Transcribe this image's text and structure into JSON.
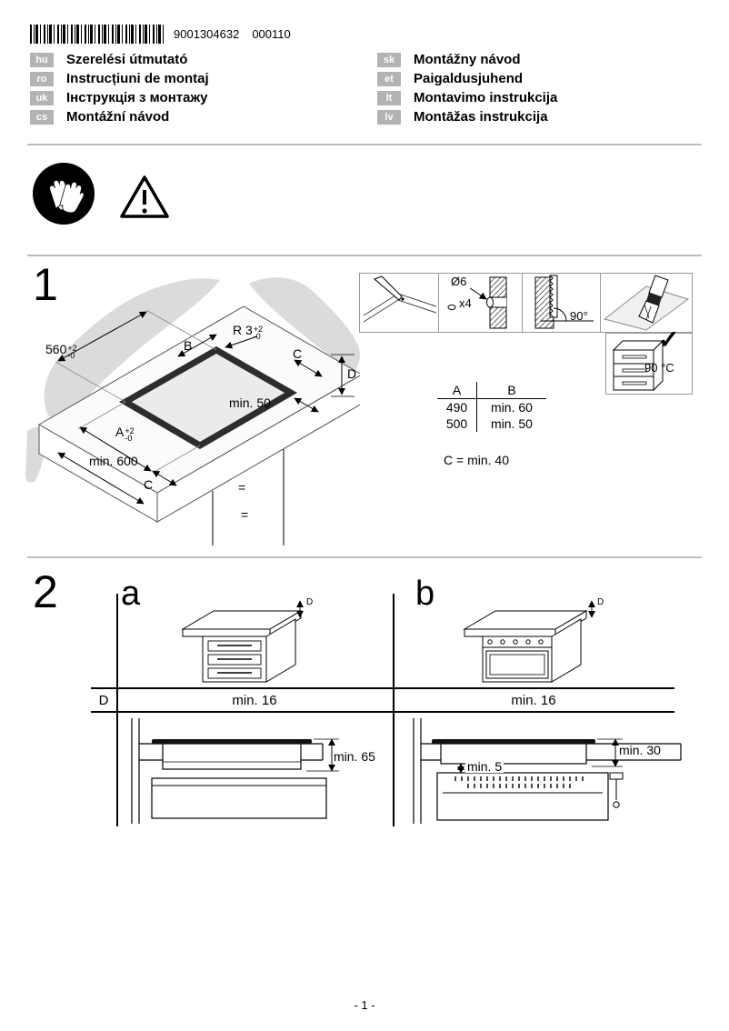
{
  "header": {
    "barcode_number": "9001304632",
    "barcode_suffix": "000110"
  },
  "languages": [
    {
      "code": "hu",
      "title": "Szerelési útmutató"
    },
    {
      "code": "ro",
      "title": "Instrucțiuni de montaj"
    },
    {
      "code": "uk",
      "title": "Інструкція з монтажу"
    },
    {
      "code": "cs",
      "title": "Montážní návod"
    },
    {
      "code": "sk",
      "title": "Montážny návod"
    },
    {
      "code": "et",
      "title": "Paigaldusjuhend"
    },
    {
      "code": "lt",
      "title": "Montavimo instrukcija"
    },
    {
      "code": "lv",
      "title": "Montāžas instrukcija"
    }
  ],
  "section1": {
    "number": "1",
    "labels": {
      "dim560": "560",
      "tol_plus": "+2",
      "tol_minus": "-0",
      "b": "B",
      "r3": "R 3",
      "c_top": "C",
      "d": "D",
      "min50": "min. 50",
      "a": "A",
      "min600": "min. 600",
      "c_bottom": "C",
      "equal": "="
    },
    "details": {
      "hole_dia": "Ø6",
      "hole_count": "x4",
      "angle": "90°",
      "check": "✓",
      "temp": "90 °C"
    },
    "table": {
      "col_a": "A",
      "col_b": "B",
      "rows": [
        {
          "a": "490",
          "b": "min. 60"
        },
        {
          "a": "500",
          "b": "min. 50"
        }
      ],
      "note": "C = min. 40"
    }
  },
  "section2": {
    "number": "2",
    "fig_a": "a",
    "fig_b": "b",
    "d_label": "D",
    "table_row": {
      "header": "D",
      "value_a": "min. 16",
      "value_b": "min. 16"
    },
    "dims": {
      "min65": "min. 65",
      "min30": "min. 30",
      "min5": "min. 5"
    }
  },
  "footer": {
    "page_number": "- 1 -"
  }
}
